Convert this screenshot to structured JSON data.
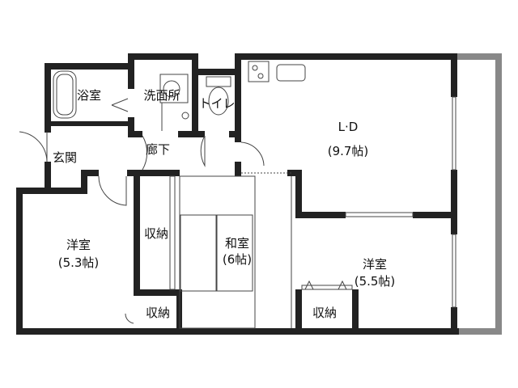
{
  "rooms": {
    "bath": "浴室",
    "washroom": "洗面所",
    "toilet": "トイレ",
    "entrance": "玄関",
    "hallway": "廊下",
    "ld": {
      "name": "L·D",
      "size": "(9.7帖)"
    },
    "western1": {
      "name": "洋室",
      "size": "(5.3帖)"
    },
    "japanese": {
      "name": "和室",
      "size": "(6帖)"
    },
    "western2": {
      "name": "洋室",
      "size": "(5.5帖)"
    },
    "storage1": "収納",
    "storage2": "収納",
    "storage3": "収納"
  },
  "colors": {
    "wall": "#222222",
    "balcony": "#888888"
  }
}
